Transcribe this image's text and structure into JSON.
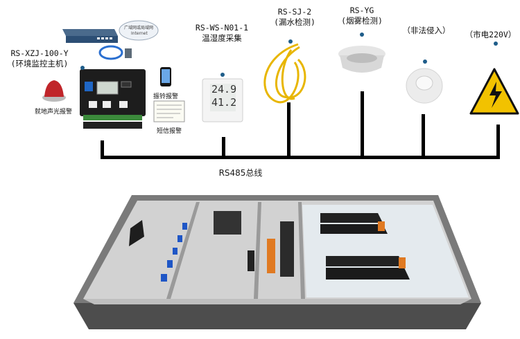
{
  "devices": {
    "host": {
      "model": "RS-XZJ-100-Y",
      "name": "(环境监控主机)"
    },
    "temp": {
      "model": "RS-WS-N01-1",
      "name": "温湿度采集"
    },
    "leak": {
      "model": "RS-SJ-2",
      "name": "(漏水检测)"
    },
    "smoke": {
      "model": "RS-YG",
      "name": "(烟雾检测)"
    },
    "intrusion": {
      "name": "（非法侵入）"
    },
    "power": {
      "name": "（市电220V）"
    }
  },
  "accessories": {
    "local_alarm": "就地声光报警",
    "phone_alarm": "振铃报警",
    "sms_alarm": "短信报警",
    "router_caption": "广域网或局域网",
    "router_caption2": "Internet"
  },
  "display": {
    "temp": "24.9",
    "humidity": "41.2"
  },
  "bus_label": "RS485总线",
  "colors": {
    "bus": "#000000",
    "accent_dot": "#1f5d8a",
    "warning_yellow": "#f2c200"
  }
}
